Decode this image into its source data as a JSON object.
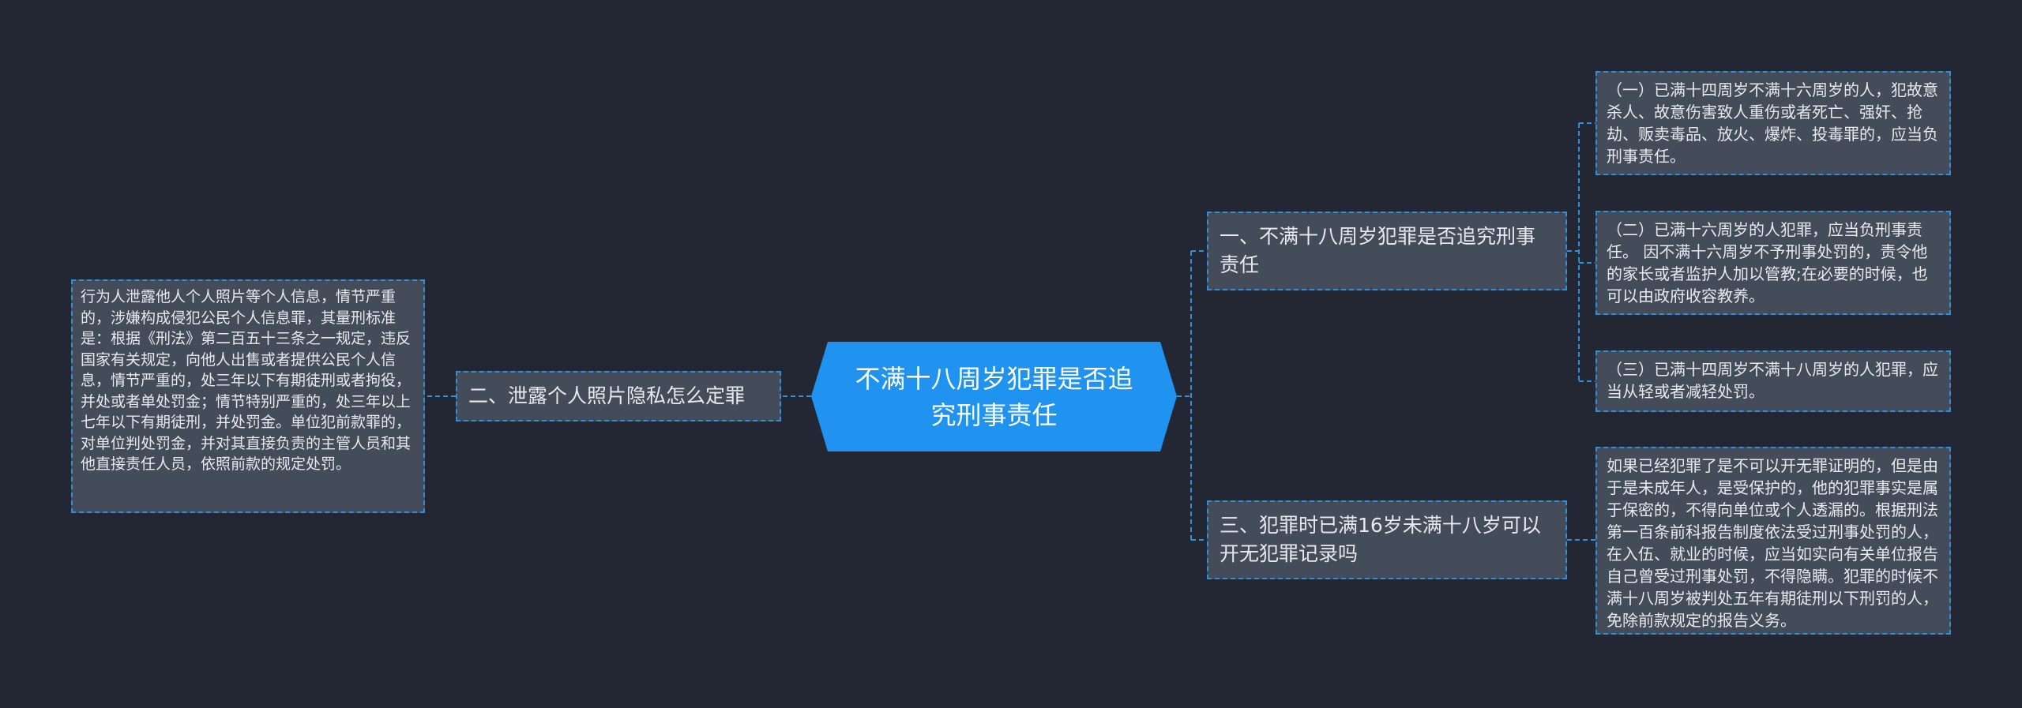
{
  "central": "不满十八周岁犯罪是否追究刑事责任",
  "branches": [
    {
      "label": "一、不满十八周岁犯罪是否追究刑事责任",
      "children": [
        "（一）已满十四周岁不满十六周岁的人，犯故意杀人、故意伤害致人重伤或者死亡、强奸、抢劫、贩卖毒品、放火、爆炸、投毒罪的，应当负刑事责任。",
        "（二）已满十六周岁的人犯罪，应当负刑事责任。 因不满十六周岁不予刑事处罚的，责令他的家长或者监护人加以管教;在必要的时候，也可以由政府收容教养。",
        "（三）已满十四周岁不满十八周岁的人犯罪，应当从轻或者减轻处罚。"
      ]
    },
    {
      "label": "二、泄露个人照片隐私怎么定罪",
      "children": [
        "行为人泄露他人个人照片等个人信息，情节严重的，涉嫌构成侵犯公民个人信息罪，其量刑标准是：根据《刑法》第二百五十三条之一规定，违反国家有关规定，向他人出售或者提供公民个人信息，情节严重的，处三年以下有期徒刑或者拘役，并处或者单处罚金；情节特别严重的，处三年以上七年以下有期徒刑，并处罚金。单位犯前款罪的，对单位判处罚金，并对其直接负责的主管人员和其他直接责任人员，依照前款的规定处罚。"
      ]
    },
    {
      "label": "三、犯罪时已满16岁未满十八岁可以开无犯罪记录吗",
      "children": [
        "如果已经犯罪了是不可以开无罪证明的，但是由于是未成年人，是受保护的，他的犯罪事实是属于保密的，不得向单位或个人透漏的。根据刑法第一百条前科报告制度依法受过刑事处罚的人，在入伍、就业的时候，应当如实向有关单位报告自己曾受过刑事处罚，不得隐瞒。犯罪的时候不满十八周岁被判处五年有期徒刑以下刑罚的人，免除前款规定的报告义务。"
      ]
    }
  ],
  "colors": {
    "background": "#222733",
    "central_fill": "#1f93ef",
    "node_fill": "#454c59",
    "connector": "#2f8fd8"
  }
}
